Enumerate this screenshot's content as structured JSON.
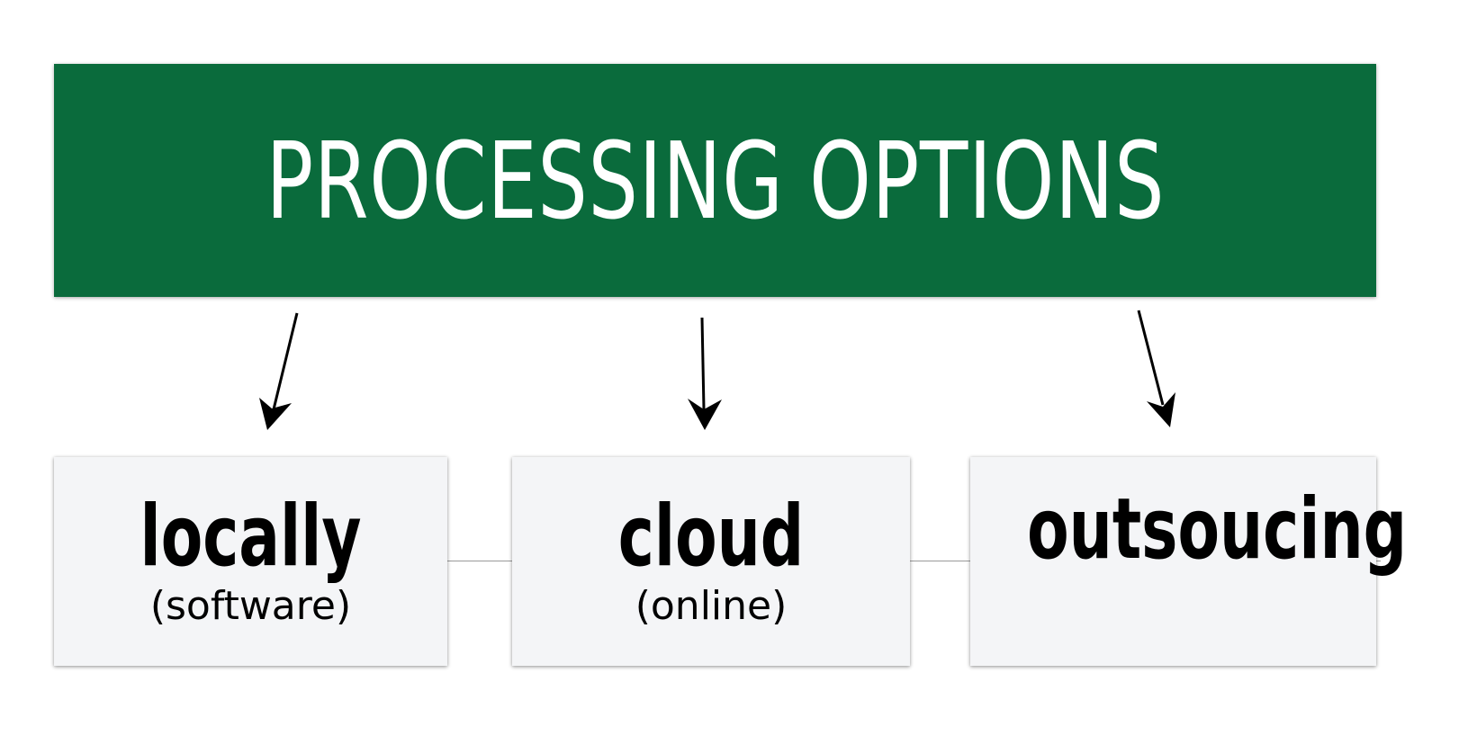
{
  "header": {
    "title": "PROCESSING OPTIONS"
  },
  "options": [
    {
      "label": "locally",
      "sublabel": "(software)"
    },
    {
      "label": "cloud",
      "sublabel": "(online)"
    },
    {
      "label": "outsoucing",
      "sublabel": ""
    }
  ],
  "colors": {
    "header_background": "#0a6b3c",
    "header_text": "#ffffff",
    "box_background": "#f4f5f7",
    "arrow": "#000000"
  }
}
